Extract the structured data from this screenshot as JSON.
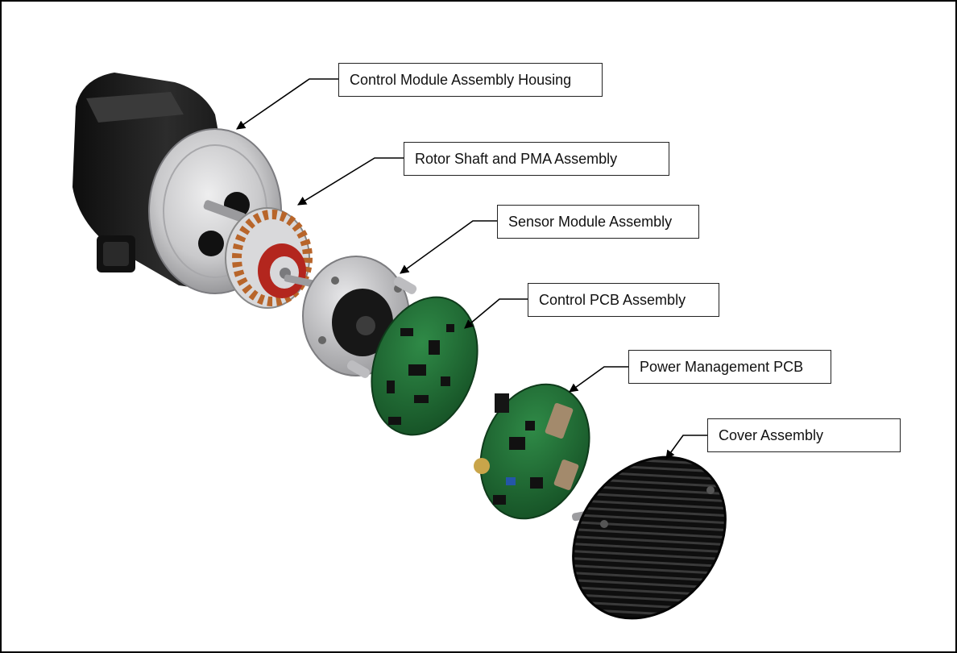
{
  "diagram": {
    "callouts": [
      {
        "id": "housing",
        "label": "Control Module Assembly Housing"
      },
      {
        "id": "rotor",
        "label": "Rotor Shaft and PMA Assembly"
      },
      {
        "id": "sensor",
        "label": "Sensor Module Assembly"
      },
      {
        "id": "control_pcb",
        "label": "Control PCB Assembly"
      },
      {
        "id": "power_pcb",
        "label": "Power Management PCB"
      },
      {
        "id": "cover",
        "label": "Cover Assembly"
      }
    ],
    "colors": {
      "housing_dark": "#1c1c1c",
      "housing_face": "#c9c9cb",
      "copper_winding": "#b8652a",
      "seal_red": "#b3261e",
      "pcb_green": "#1f6b34",
      "heatsink_black": "#141414"
    }
  }
}
